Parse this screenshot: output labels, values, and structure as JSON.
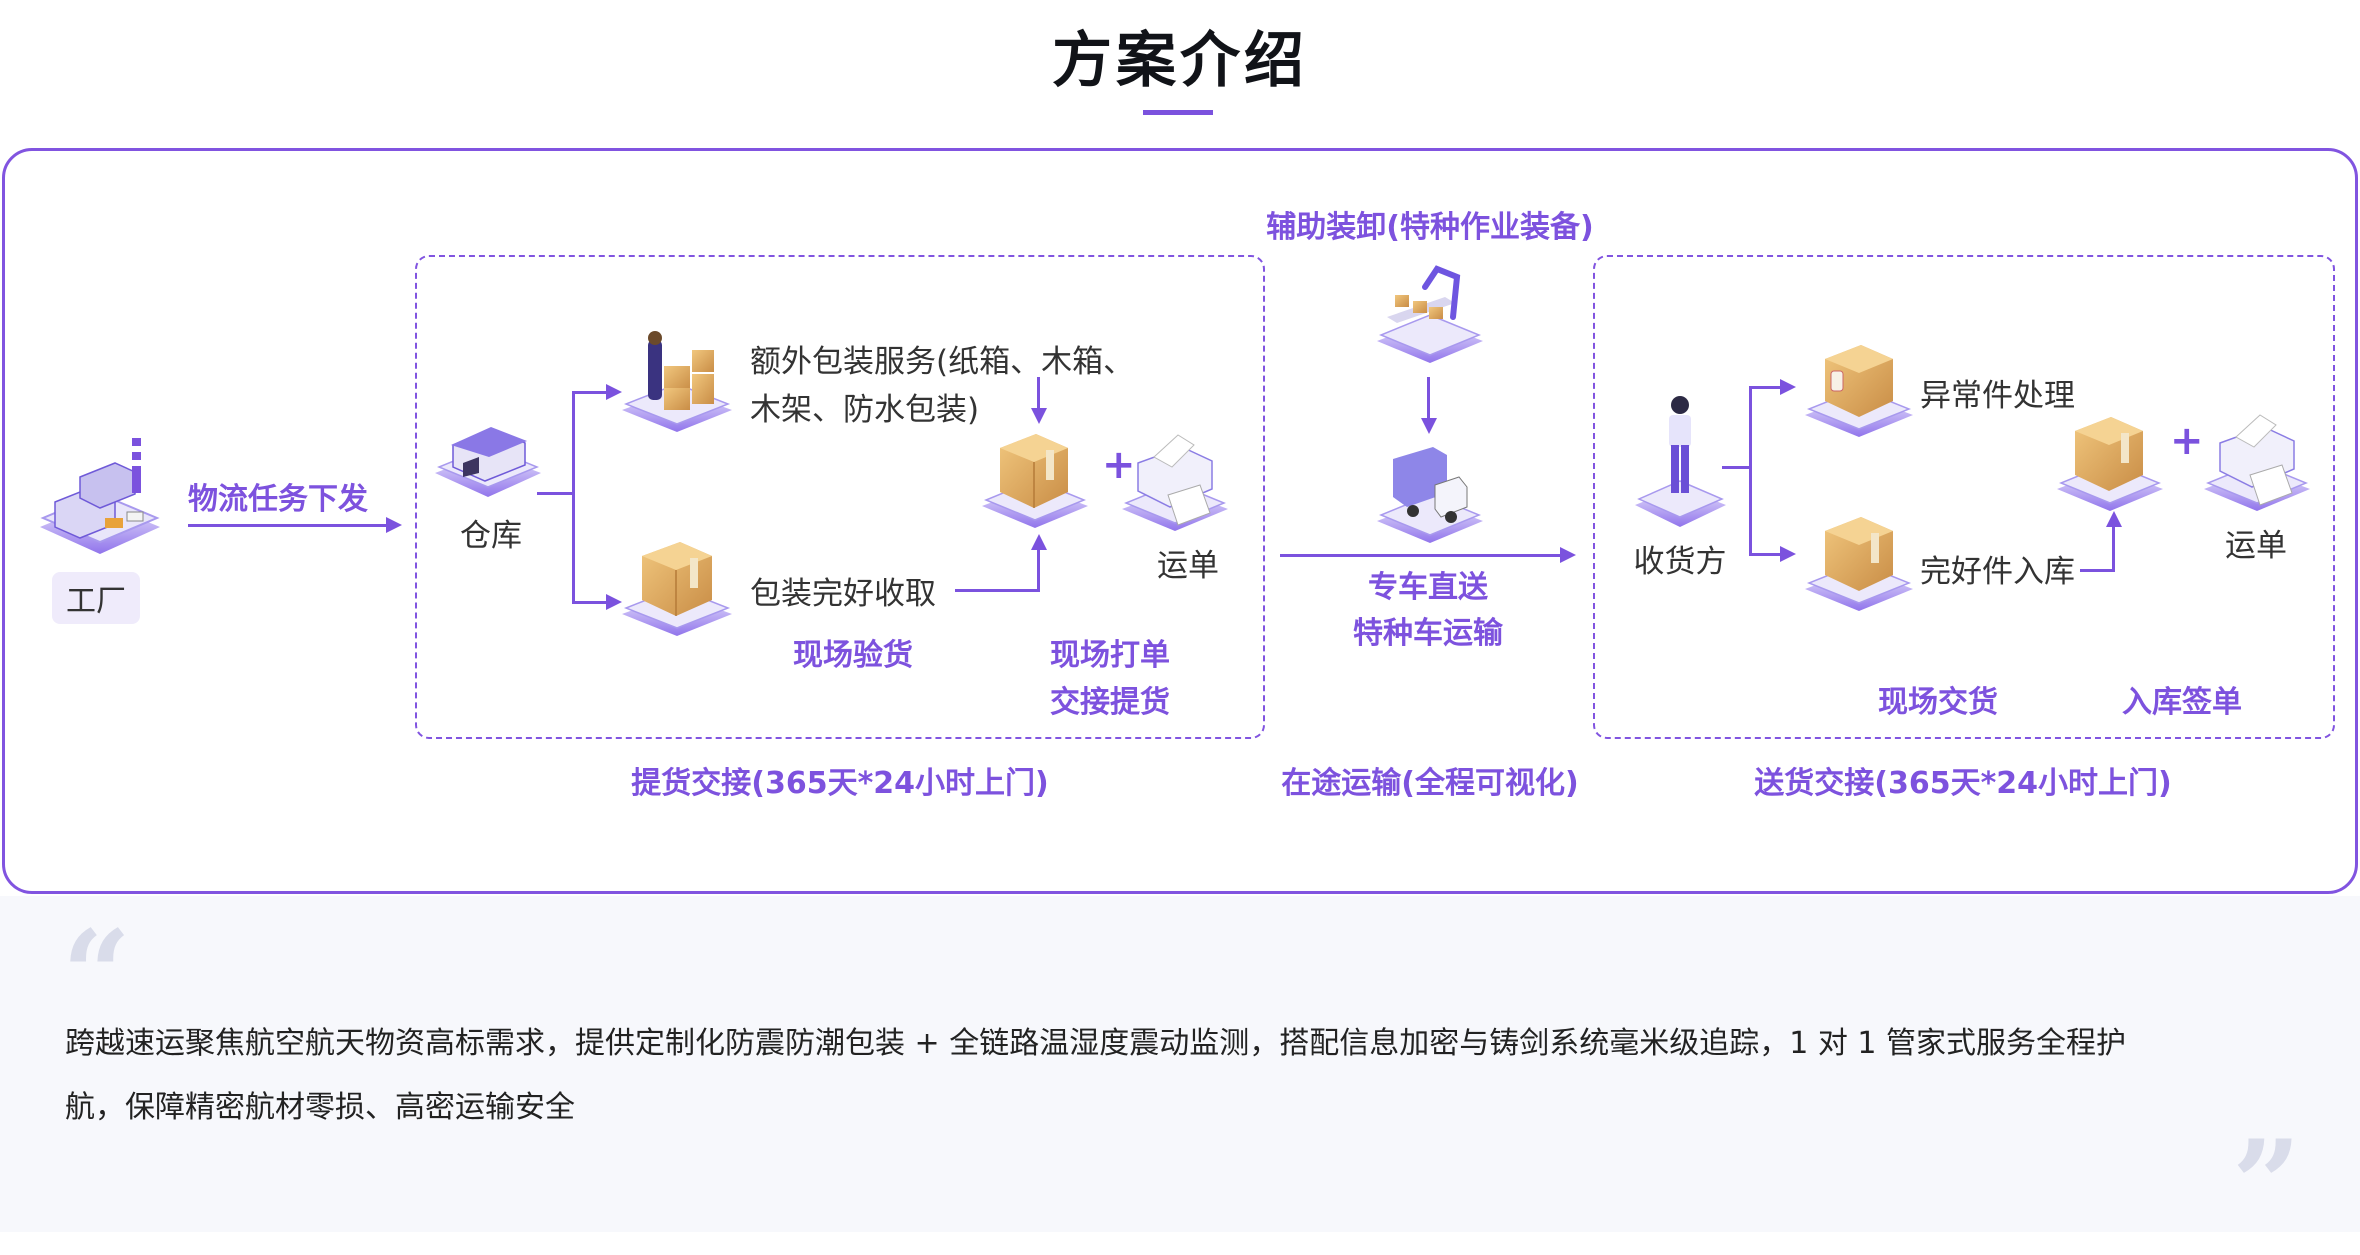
{
  "header": {
    "title": "方案介绍"
  },
  "colors": {
    "accent": "#8154e0",
    "footer_bg": "#f7f8fc",
    "label_bg": "#efebfb",
    "quote": "#d9dcea"
  },
  "diagram": {
    "factory": {
      "icon": "factory-icon",
      "label": "工厂"
    },
    "dispatch_label": "物流任务下发",
    "pickup": {
      "warehouse": {
        "icon": "warehouse-icon",
        "label": "仓库"
      },
      "extra_packing": {
        "icon": "packing-worker-icon",
        "line1": "额外包装服务(纸箱、木箱、",
        "line2": "木架、防水包装)"
      },
      "intact_pickup": {
        "icon": "box-icon",
        "label": "包装完好收取"
      },
      "plus": "+",
      "waybill": {
        "icon": "printer-icon",
        "label": "运单"
      },
      "inspect_label": "现场验货",
      "print_label_1": "现场打单",
      "print_label_2": "交接提货",
      "section_caption": "提货交接(365天*24小时上门)"
    },
    "transit": {
      "top_label": "辅助装卸(特种作业装备)",
      "robot": {
        "icon": "robot-arm-icon"
      },
      "truck": {
        "icon": "truck-icon"
      },
      "direct_label": "专车直送",
      "special_label": "特种车运输",
      "section_caption": "在途运输(全程可视化)"
    },
    "delivery": {
      "receiver": {
        "icon": "receiver-person-icon",
        "label": "收货方"
      },
      "exception": {
        "icon": "tagged-box-icon",
        "label": "异常件处理"
      },
      "intact_storage": {
        "icon": "box-icon",
        "label": "完好件入库"
      },
      "plus": "+",
      "waybill": {
        "icon": "printer-icon",
        "label": "运单"
      },
      "handover_label": "现场交货",
      "sign_label": "入库签单",
      "section_caption": "送货交接(365天*24小时上门)"
    }
  },
  "footer": {
    "open_quote": "“",
    "close_quote": "”",
    "line1": "跨越速运聚焦航空航天物资高标需求，提供定制化防震防潮包装 + 全链路温湿度震动监测，搭配信息加密与铸剑系统毫米级追踪，1 对 1 管家式服务全程护",
    "line2": "航，保障精密航材零损、高密运输安全"
  }
}
